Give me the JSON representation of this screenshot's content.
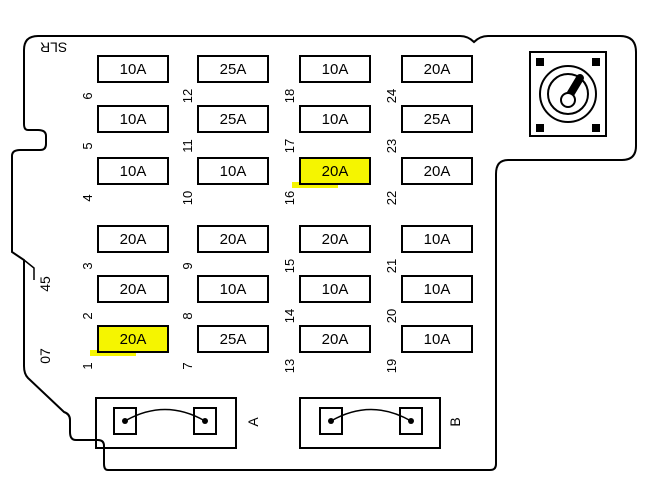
{
  "panel": {
    "corner_label": "SLR",
    "side_label_top": "45",
    "side_label_bottom": "07",
    "relay_a_label": "A",
    "relay_b_label": "B",
    "highlight_color": "#f5f500"
  },
  "fuses": [
    {
      "number": "1",
      "rating": "20A",
      "highlighted": true
    },
    {
      "number": "2",
      "rating": "20A",
      "highlighted": false
    },
    {
      "number": "3",
      "rating": "20A",
      "highlighted": false
    },
    {
      "number": "4",
      "rating": "10A",
      "highlighted": false
    },
    {
      "number": "5",
      "rating": "10A",
      "highlighted": false
    },
    {
      "number": "6",
      "rating": "10A",
      "highlighted": false
    },
    {
      "number": "7",
      "rating": "25A",
      "highlighted": false
    },
    {
      "number": "8",
      "rating": "10A",
      "highlighted": false
    },
    {
      "number": "9",
      "rating": "20A",
      "highlighted": false
    },
    {
      "number": "10",
      "rating": "10A",
      "highlighted": false
    },
    {
      "number": "11",
      "rating": "25A",
      "highlighted": false
    },
    {
      "number": "12",
      "rating": "25A",
      "highlighted": false
    },
    {
      "number": "13",
      "rating": "20A",
      "highlighted": false
    },
    {
      "number": "14",
      "rating": "10A",
      "highlighted": false
    },
    {
      "number": "15",
      "rating": "20A",
      "highlighted": false
    },
    {
      "number": "16",
      "rating": "20A",
      "highlighted": true
    },
    {
      "number": "17",
      "rating": "10A",
      "highlighted": false
    },
    {
      "number": "18",
      "rating": "10A",
      "highlighted": false
    },
    {
      "number": "19",
      "rating": "10A",
      "highlighted": false
    },
    {
      "number": "20",
      "rating": "10A",
      "highlighted": false
    },
    {
      "number": "21",
      "rating": "10A",
      "highlighted": false
    },
    {
      "number": "22",
      "rating": "20A",
      "highlighted": false
    },
    {
      "number": "23",
      "rating": "25A",
      "highlighted": false
    },
    {
      "number": "24",
      "rating": "20A",
      "highlighted": false
    }
  ]
}
